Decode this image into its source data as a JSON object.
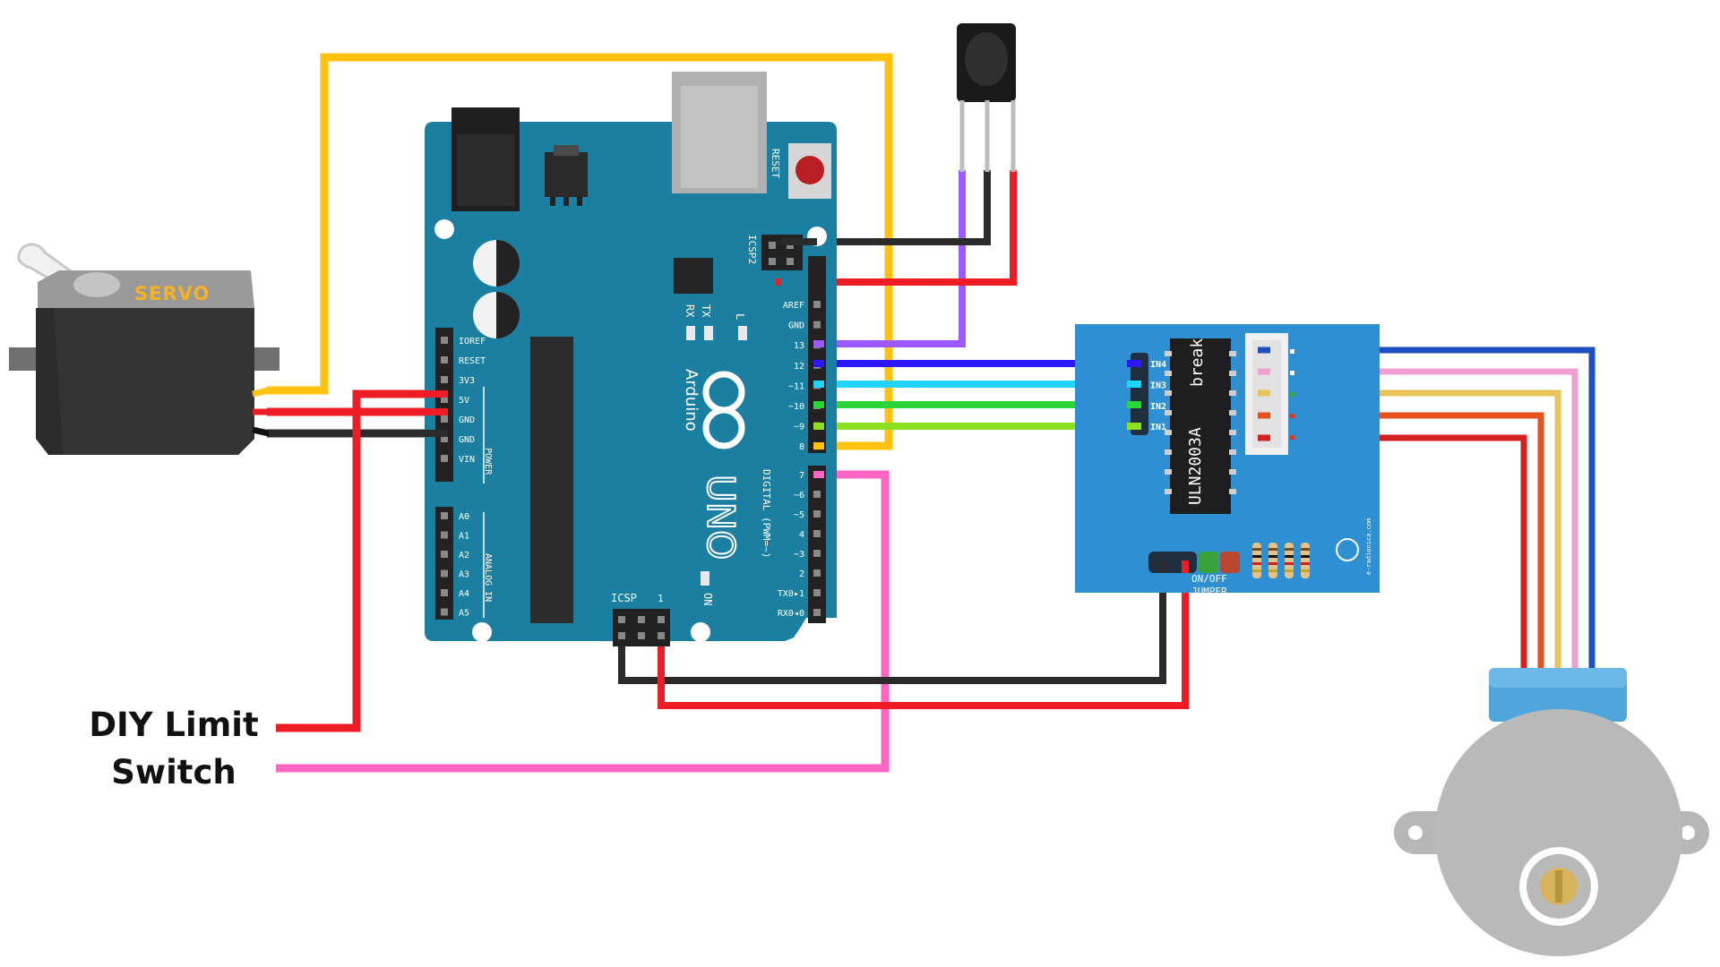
{
  "caption": {
    "line1": "DIY Limit",
    "line2": "Switch"
  },
  "servo": {
    "label": "SERVO"
  },
  "arduino": {
    "name": "Arduino",
    "model": "UNO",
    "reset_label": "RESET",
    "icsp2_label": "ICSP2",
    "icsp_label": "ICSP",
    "icsp_pin1": "1",
    "tx_label": "TX",
    "rx_label": "RX",
    "l_label": "L",
    "on_label": "ON",
    "digital_label": "DIGITAL (PWM=~)",
    "power_label": "POWER",
    "analog_label": "ANALOG IN",
    "power_pins": [
      "IOREF",
      "RESET",
      "3V3",
      "5V",
      "GND",
      "GND",
      "VIN"
    ],
    "analog_pins": [
      "A0",
      "A1",
      "A2",
      "A3",
      "A4",
      "A5"
    ],
    "digital_top_pins": [
      "AREF",
      "GND",
      "13",
      "12",
      "~11",
      "~10",
      "~9",
      "8"
    ],
    "digital_bottom_pins": [
      "7",
      "~6",
      "~5",
      "4",
      "~3",
      "2",
      "TX0▸1",
      "RX0◂0"
    ]
  },
  "driver": {
    "chip_label": "ULN2003A",
    "break_label": "break",
    "inputs": [
      "IN4",
      "IN3",
      "IN2",
      "IN1"
    ],
    "onoff_label": "ON/OFF",
    "jumper_label": "JUMPER",
    "brand": "e-radionica.com"
  },
  "colors": {
    "board_arduino": "#1a7fa0",
    "board_driver": "#2f8fd3",
    "wire_red": "#ee1c24",
    "wire_black": "#2b2b2b",
    "wire_yellow": "#ffc20e",
    "wire_pink": "#ff66c4",
    "wire_purple": "#9b59ff",
    "wire_blue": "#2b18ff",
    "wire_cyan": "#1fd4ff",
    "wire_green": "#2bd63a",
    "wire_lime": "#8de01e",
    "motor_blue": "#1f4fbf",
    "motor_pink": "#f0a0d0",
    "motor_yellow": "#e8c45a",
    "motor_orange": "#e8521e",
    "motor_red": "#d42020"
  }
}
